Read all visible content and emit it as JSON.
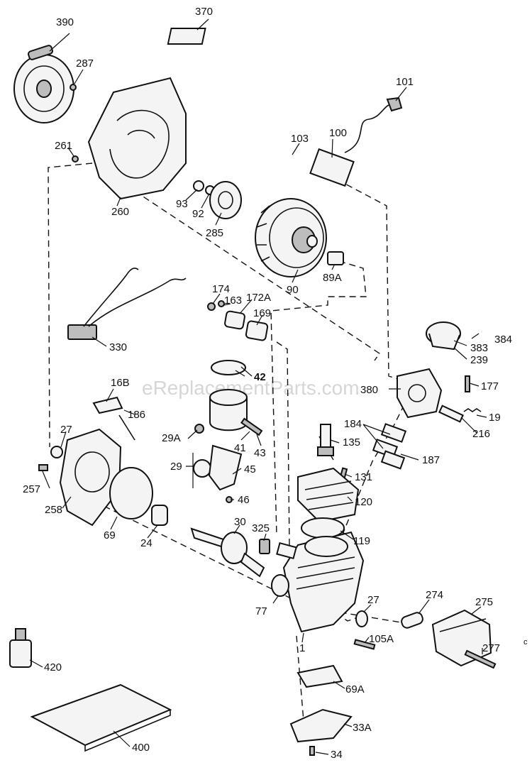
{
  "watermark": "eReplacementParts.com",
  "corner_mark": "c",
  "parts": [
    {
      "id": "p390",
      "label": "390"
    },
    {
      "id": "p370",
      "label": "370"
    },
    {
      "id": "p287",
      "label": "287"
    },
    {
      "id": "p101",
      "label": "101"
    },
    {
      "id": "p100",
      "label": "100"
    },
    {
      "id": "p103",
      "label": "103"
    },
    {
      "id": "p261",
      "label": "261"
    },
    {
      "id": "p260",
      "label": "260"
    },
    {
      "id": "p93",
      "label": "93"
    },
    {
      "id": "p92",
      "label": "92"
    },
    {
      "id": "p285",
      "label": "285"
    },
    {
      "id": "p90",
      "label": "90"
    },
    {
      "id": "p89a",
      "label": "89A"
    },
    {
      "id": "p174",
      "label": "174"
    },
    {
      "id": "p163",
      "label": "163"
    },
    {
      "id": "p172a",
      "label": "172A"
    },
    {
      "id": "p169",
      "label": "169"
    },
    {
      "id": "p330",
      "label": "330"
    },
    {
      "id": "p384",
      "label": "384"
    },
    {
      "id": "p383",
      "label": "383"
    },
    {
      "id": "p239",
      "label": "239"
    },
    {
      "id": "p42",
      "label": "42"
    },
    {
      "id": "p380",
      "label": "380"
    },
    {
      "id": "p177",
      "label": "177"
    },
    {
      "id": "p16b",
      "label": "16B"
    },
    {
      "id": "p186",
      "label": "186"
    },
    {
      "id": "p19",
      "label": "19"
    },
    {
      "id": "p216",
      "label": "216"
    },
    {
      "id": "p27a",
      "label": "27"
    },
    {
      "id": "p29a",
      "label": "29A"
    },
    {
      "id": "p41",
      "label": "41"
    },
    {
      "id": "p43",
      "label": "43"
    },
    {
      "id": "p184",
      "label": "184"
    },
    {
      "id": "p135",
      "label": "135"
    },
    {
      "id": "p187",
      "label": "187"
    },
    {
      "id": "p29",
      "label": "29"
    },
    {
      "id": "p45",
      "label": "45"
    },
    {
      "id": "p131",
      "label": "131"
    },
    {
      "id": "p257",
      "label": "257"
    },
    {
      "id": "p46",
      "label": "46"
    },
    {
      "id": "p258",
      "label": "258"
    },
    {
      "id": "p120",
      "label": "120"
    },
    {
      "id": "p69",
      "label": "69"
    },
    {
      "id": "p24",
      "label": "24"
    },
    {
      "id": "p30",
      "label": "30"
    },
    {
      "id": "p325",
      "label": "325"
    },
    {
      "id": "p119",
      "label": "119"
    },
    {
      "id": "p77",
      "label": "77"
    },
    {
      "id": "p27b",
      "label": "27"
    },
    {
      "id": "p274",
      "label": "274"
    },
    {
      "id": "p275",
      "label": "275"
    },
    {
      "id": "p105a",
      "label": "105A"
    },
    {
      "id": "p1",
      "label": "1"
    },
    {
      "id": "p277",
      "label": "277"
    },
    {
      "id": "p420",
      "label": "420"
    },
    {
      "id": "p69a",
      "label": "69A"
    },
    {
      "id": "p33a",
      "label": "33A"
    },
    {
      "id": "p400",
      "label": "400"
    },
    {
      "id": "p34",
      "label": "34"
    }
  ]
}
